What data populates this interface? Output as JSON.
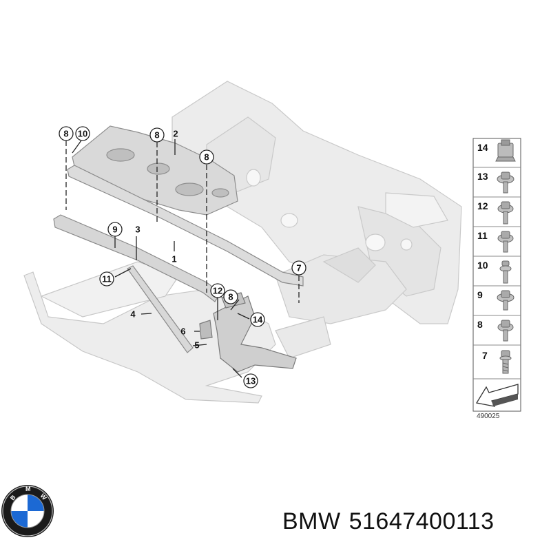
{
  "callouts": [
    "1",
    "2",
    "3",
    "4",
    "5",
    "6",
    "7",
    "8",
    "8",
    "8",
    "8",
    "9",
    "10",
    "11",
    "12",
    "13",
    "14"
  ],
  "legend": {
    "items": [
      "14",
      "13",
      "12",
      "11",
      "10",
      "9",
      "8",
      "7"
    ],
    "code": "490025"
  },
  "logo": {
    "text": "BMW",
    "colors": {
      "blue": "#1c69d4",
      "white": "#ffffff",
      "ring": "#1a1a1a"
    }
  },
  "product": {
    "brand": "BMW",
    "part_number": "51647400113"
  }
}
